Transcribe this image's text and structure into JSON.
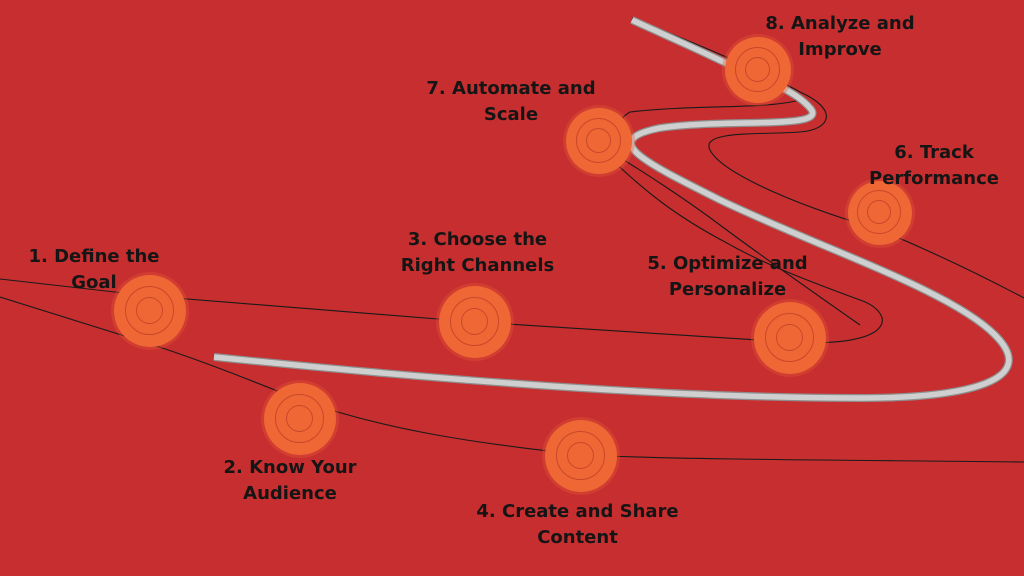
{
  "colors": {
    "background": "#c72e2f",
    "node_fill": "#ee6735",
    "node_ring": "#c9482b",
    "road": "#bdbdbd",
    "line": "#1a1a1a",
    "label_text": "#151515"
  },
  "steps": [
    {
      "label": "1. Define the\nGoal"
    },
    {
      "label": "2. Know Your\nAudience"
    },
    {
      "label": "3. Choose the\nRight Channels"
    },
    {
      "label": "4. Create and Share\nContent"
    },
    {
      "label": "5. Optimize and\nPersonalize"
    },
    {
      "label": "6. Track\nPerformance"
    },
    {
      "label": "7. Automate and\nScale"
    },
    {
      "label": "8. Analyze and\nImprove"
    }
  ]
}
